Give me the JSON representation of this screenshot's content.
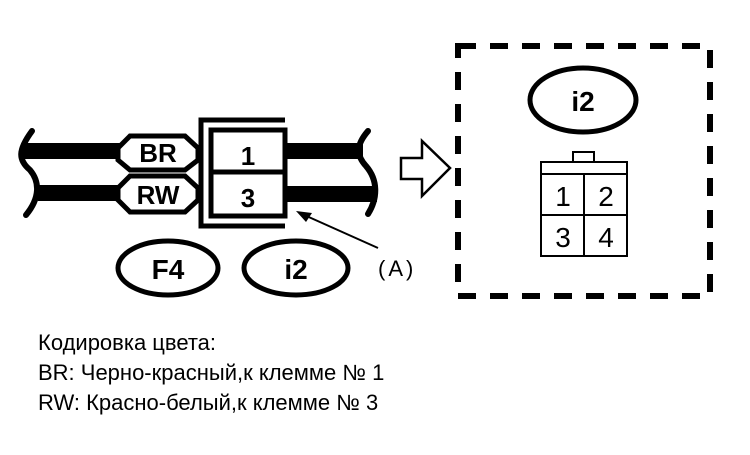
{
  "harness": {
    "wires": [
      {
        "code": "BR",
        "pin": "1"
      },
      {
        "code": "RW",
        "pin": "3"
      }
    ],
    "connector_codes": [
      "F4",
      "i2"
    ],
    "callout": "(A)"
  },
  "inset": {
    "connector_code": "i2",
    "pins": [
      "1",
      "2",
      "3",
      "4"
    ]
  },
  "legend": {
    "title": "Кодировка цвета:",
    "lines": [
      "BR: Черно-красный,к клемме № 1",
      "RW: Красно-белый,к клемме № 3"
    ]
  }
}
